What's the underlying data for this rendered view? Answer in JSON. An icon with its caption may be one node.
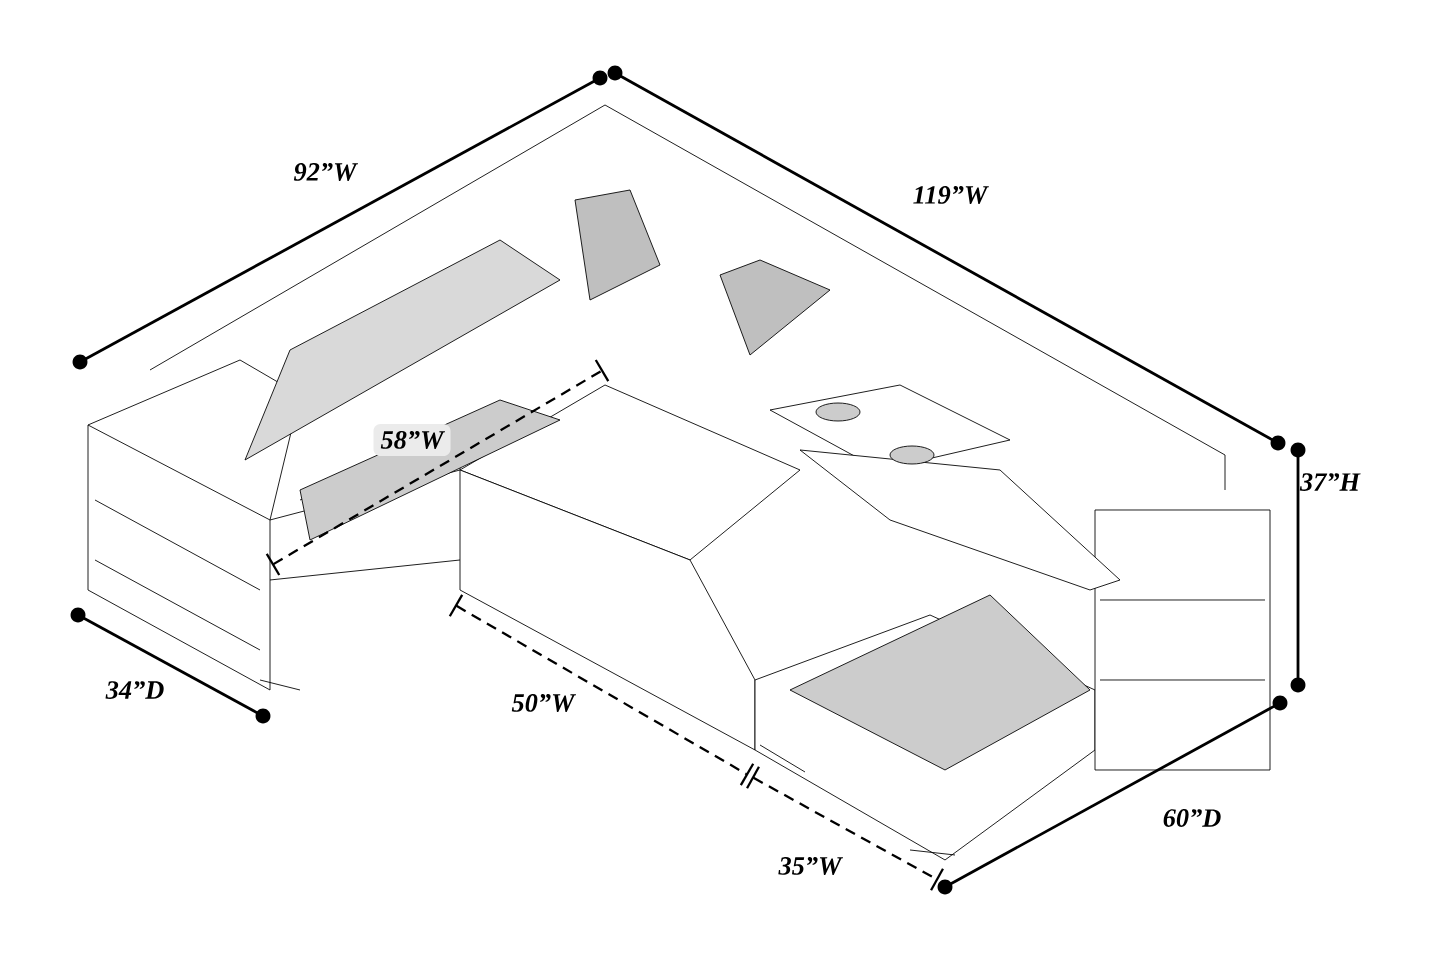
{
  "diagram": {
    "labels": [
      "92”W",
      "119”W",
      "58”W",
      "37”H",
      "34”D",
      "50”W",
      "60”D",
      "35”W"
    ]
  }
}
